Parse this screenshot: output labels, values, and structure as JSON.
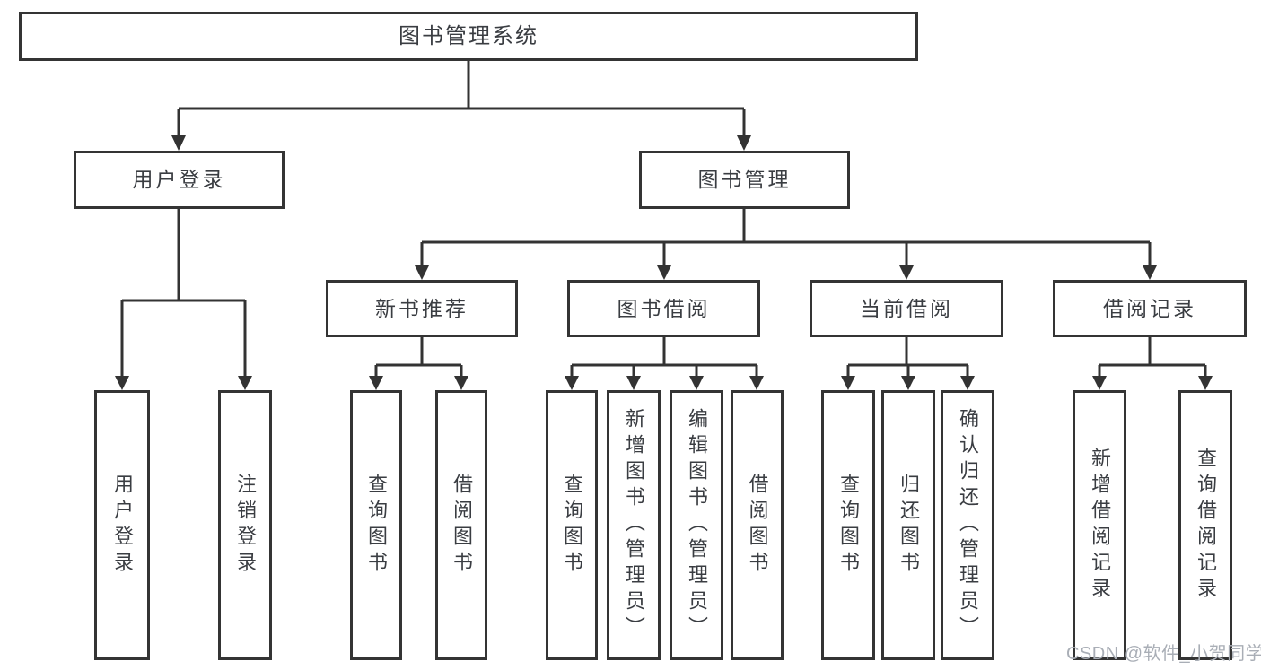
{
  "colors": {
    "background": "#ffffff",
    "line": "#333333",
    "box_border": "#343434",
    "text": "#3a3d42",
    "watermark": "#a9aeb6"
  },
  "watermark": {
    "text": "CSDN @软件_小贺同学"
  },
  "tree": {
    "label": "图书管理系统",
    "children": [
      {
        "label": "用户登录",
        "children": [
          {
            "label": "用户登录"
          },
          {
            "label": "注销登录"
          }
        ]
      },
      {
        "label": "图书管理",
        "children": [
          {
            "label": "新书推荐",
            "children": [
              {
                "label": "查询图书"
              },
              {
                "label": "借阅图书"
              }
            ]
          },
          {
            "label": "图书借阅",
            "children": [
              {
                "label": "查询图书"
              },
              {
                "label": "新增图书（管理员）"
              },
              {
                "label": "编辑图书（管理员）"
              },
              {
                "label": "借阅图书"
              }
            ]
          },
          {
            "label": "当前借阅",
            "children": [
              {
                "label": "查询图书"
              },
              {
                "label": "归还图书"
              },
              {
                "label": "确认归还（管理员）"
              }
            ]
          },
          {
            "label": "借阅记录",
            "children": [
              {
                "label": "新增借阅记录"
              },
              {
                "label": "查询借阅记录"
              }
            ]
          }
        ]
      }
    ]
  }
}
